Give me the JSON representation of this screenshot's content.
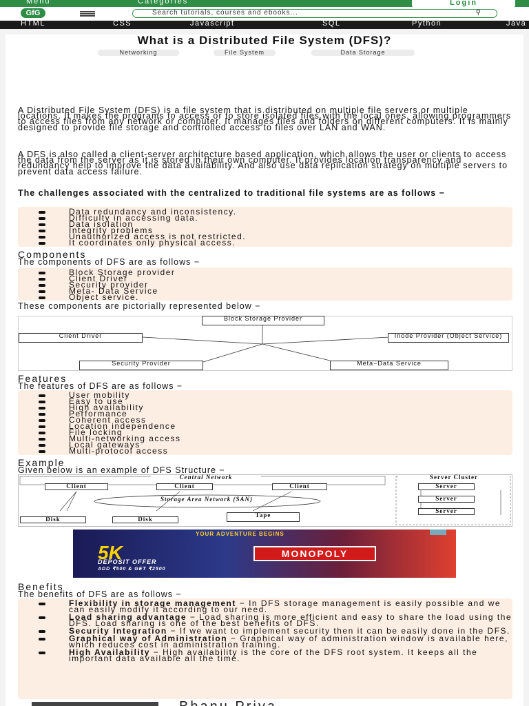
{
  "topbar": {
    "menu": "Menu",
    "categories": "Categories",
    "login": "Login"
  },
  "header": {
    "logo": "GfG",
    "search_placeholder": "Search tutorials, courses and ebooks..."
  },
  "nav": [
    "HTML",
    "CSS",
    "Javascript",
    "SQL",
    "Python",
    "Java"
  ],
  "article": {
    "title": "What is a Distributed File System (DFS)?",
    "tags": [
      "Networking",
      "File System",
      "Data Storage"
    ],
    "intro1": "A Distributed File System (DFS) is a file system that is distributed on multiple file servers or multiple locations. It makes the programs to access or to store isolated files with the local ones, allowing programmers to access files from any network or computer. It manages files and folders on different computers. It is mainly designed to provide file storage and controlled access to files over LAN and WAN.",
    "intro2": "A DFS is also called a client-server architecture based application, which allows the user or clients to access the data from the server as it is stored in their own computer. It provides location transparency and redundancy help to improve the data availability. And also use data replication strategy on multiple servers to prevent data access failure.",
    "challenges_heading": "The challenges associated with the centralized to traditional file systems are as follows −",
    "challenges": [
      "Data redundancy and inconsistency.",
      "Difficulty in accessing data.",
      "Data isolation",
      "Integrity problems",
      "Unauthorized access is not restricted.",
      "It coordinates only physical access."
    ],
    "components_heading": "Components",
    "components_intro": "The components of DFS are as follows −",
    "components": [
      "Block Storage provider",
      "Client Driver",
      "Security provider",
      "Meta- Data Service",
      "Object service."
    ],
    "components_note": "These components are pictorially represented below −",
    "diagram": {
      "block": "Block Storage Provider",
      "client": "Client Driver",
      "inode": "Inode Provider (Object Service)",
      "security": "Security Provider",
      "meta": "Meta−Data Service"
    },
    "features_heading": "Features",
    "features_intro": "The features of DFS are as follows −",
    "features": [
      "User mobility",
      "Easy to use",
      "High availability",
      "Performance",
      "Coherent access",
      "Location independence",
      "File locking",
      "Multi-networking access",
      "Local gateways",
      "Multi-protocol access"
    ],
    "example_heading": "Example",
    "example_intro": "Given below is an example of DFS Structure −",
    "example": {
      "central": "Central Network",
      "cluster": "Server Cluster",
      "client": "Client",
      "san": "Storage Area Network (SAN)",
      "server": "Server",
      "disk": "Disk",
      "tape": "Tape"
    },
    "ad": {
      "tagline": "YOUR ADVENTURE BEGINS",
      "big": "5K",
      "deposit": "DEPOSIT OFFER",
      "sub": "ADD ₹500 & GET ₹2500",
      "brand": "MONOPOLY"
    },
    "benefits_heading": "Benefits",
    "benefits_intro": "The benefits of DFS are as follows −",
    "benefits": [
      {
        "title": "Flexibility in storage management",
        "text": " − In DFS storage management is easily possible and we can easily modify it according to our need."
      },
      {
        "title": "Load sharing advantage",
        "text": " − Load sharing is more efficient and easy to share the load using the DFS. Load sharing is one of the best benefits of DFS."
      },
      {
        "title": "Security Integration",
        "text": " − If we want to implement security then it can be easily done in the DFS."
      },
      {
        "title": "Graphical way of Administration",
        "text": " − Graphical way of administration window is available here, which reduces cost in administration training."
      },
      {
        "title": "High Availability",
        "text": " − High availability is the core of the DFS root system. It keeps all the important data available all the time."
      }
    ],
    "author": "Bhanu Priya"
  },
  "colors": {
    "brand": "#2f8d46",
    "box_bg": "#fdeee4",
    "nav_bg": "#1b1b1b"
  }
}
